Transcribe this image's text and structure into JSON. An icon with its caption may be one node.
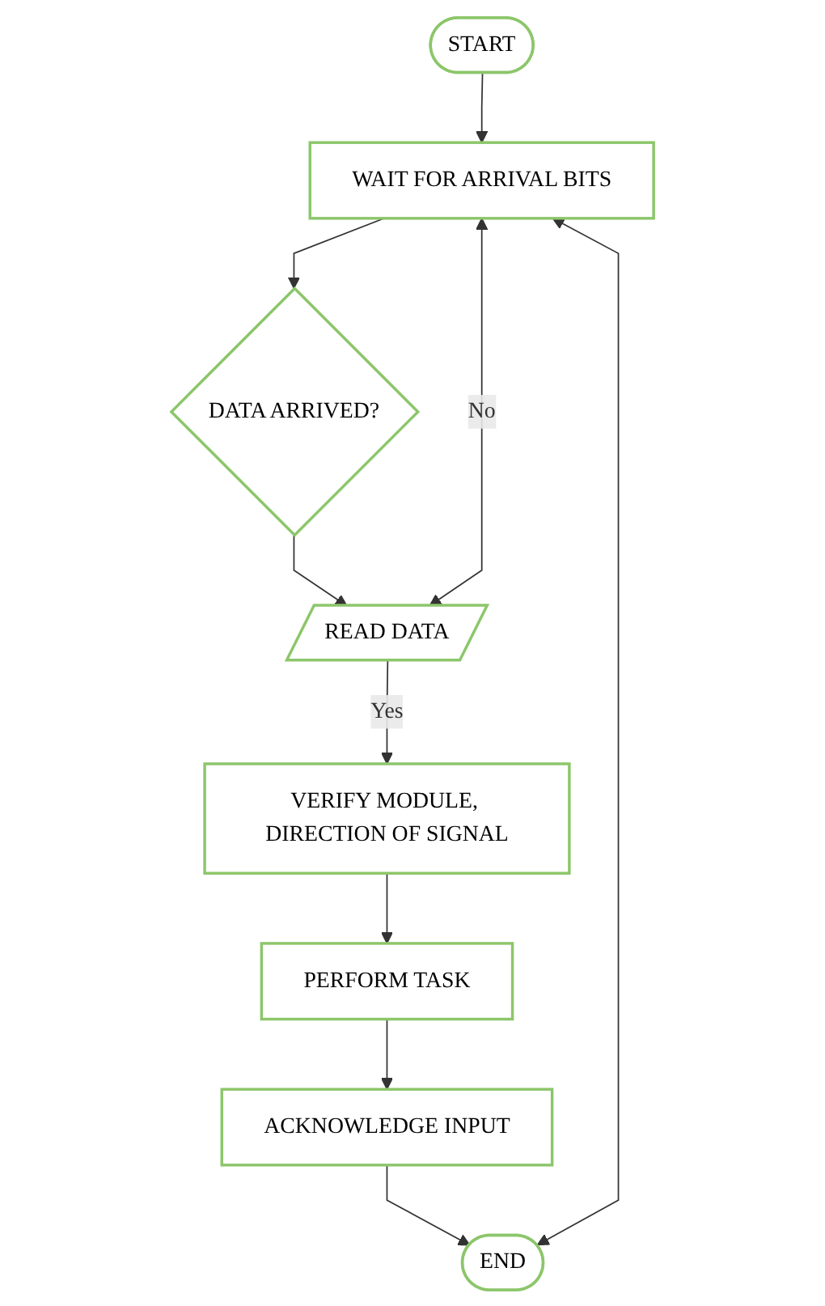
{
  "diagram": {
    "nodes": [
      {
        "text": [
          "START"
        ]
      },
      {
        "text": [
          "WAIT FOR ARRIVAL BITS"
        ]
      },
      {
        "text": [
          "DATA ARRIVED?"
        ]
      },
      {
        "text": [
          "READ DATA"
        ]
      },
      {
        "text": [
          "VERIFY MODULE, DIRECTION OF SIGNAL"
        ]
      },
      {
        "text": [
          "PERFORM TASK"
        ]
      },
      {
        "text": [
          "ACKNOWLEDGE INPUT"
        ]
      },
      {
        "text": [
          "END"
        ]
      }
    ],
    "edges": [
      {
        "from": 0,
        "to": 1,
        "arrow": "to"
      },
      {
        "from": 1,
        "to": 2,
        "arrow": "to"
      },
      {
        "from": 2,
        "to": 3,
        "arrow": "to"
      },
      {
        "from": 3,
        "to": 4,
        "arrow": "to",
        "label": "Yes"
      },
      {
        "from": 4,
        "to": 5,
        "arrow": "to"
      },
      {
        "from": 5,
        "to": 6,
        "arrow": "to"
      },
      {
        "from": 6,
        "to": 7,
        "arrow": "to"
      },
      {
        "from": 3,
        "to": 1,
        "arrow": "both",
        "label": "No"
      },
      {
        "from": 7,
        "to": 1,
        "arrow": "both"
      }
    ]
  }
}
